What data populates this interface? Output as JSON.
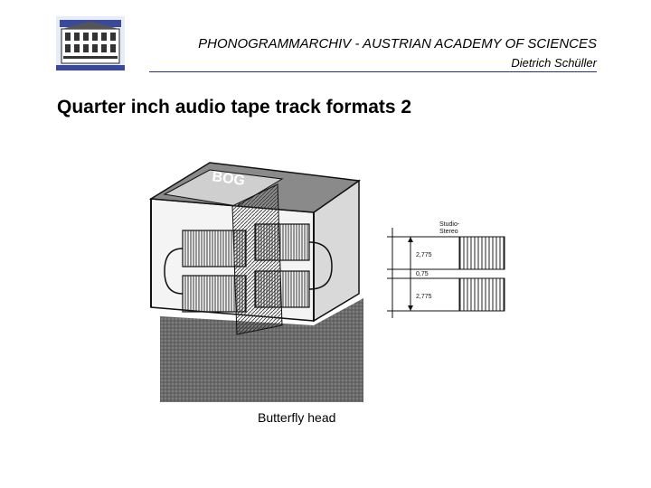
{
  "header": {
    "institution": "PHONOGRAMMARCHIV - AUSTRIAN ACADEMY OF SCIENCES",
    "author": "Dietrich Schüller",
    "logo_icon": "building-logo-icon"
  },
  "slide": {
    "title": "Quarter inch audio tape track formats 2",
    "caption": "Butterfly head"
  },
  "drawing": {
    "brand_letters": "BOG"
  },
  "diagram": {
    "label_line1": "Studio-",
    "label_line2": "Stereo",
    "dim_top": "2,775",
    "dim_gap": "0,75",
    "dim_bottom": "2,775"
  },
  "colors": {
    "rule": "#2a2a8a",
    "logo_blue": "#3a4a9a"
  }
}
